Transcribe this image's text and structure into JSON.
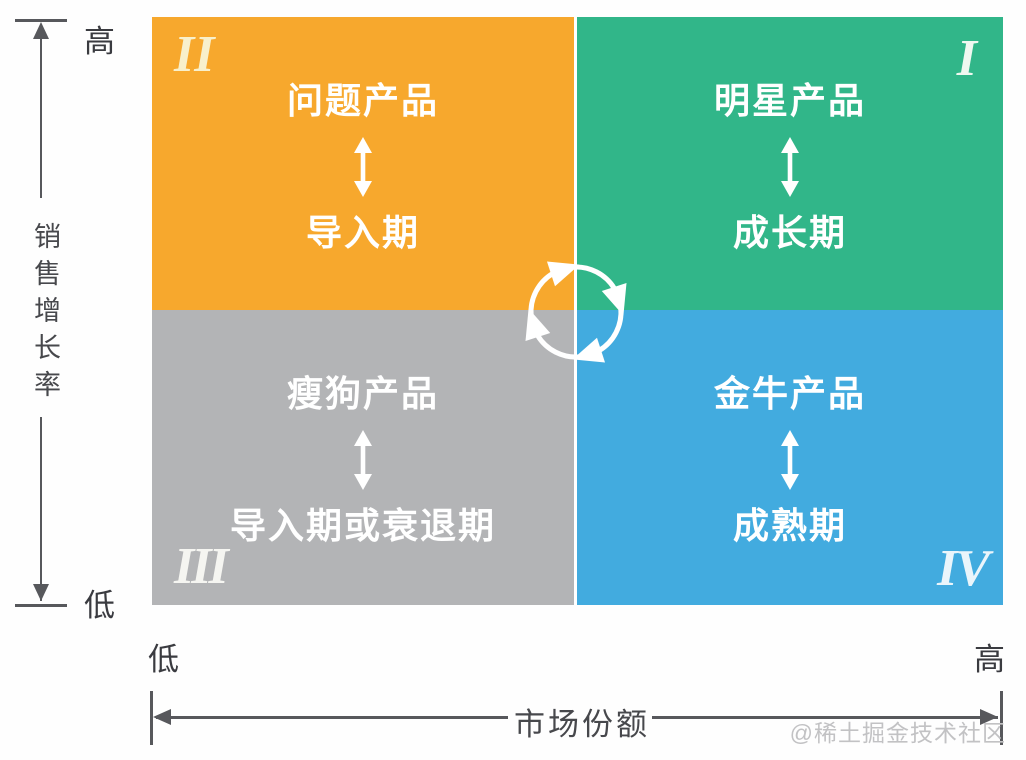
{
  "matrix": {
    "quadrants": [
      {
        "numeral": "II",
        "product": "问题产品",
        "stage": "导入期",
        "color": "#F7A82D",
        "numeral_color": "#F8F0CC",
        "position": "top-left"
      },
      {
        "numeral": "I",
        "product": "明星产品",
        "stage": "成长期",
        "color": "#31B689",
        "numeral_color": "#EFF8F0",
        "position": "top-right"
      },
      {
        "numeral": "III",
        "product": "瘦狗产品",
        "stage": "导入期或衰退期",
        "color": "#B3B4B6",
        "numeral_color": "#F5F5F1",
        "position": "bottom-left"
      },
      {
        "numeral": "IV",
        "product": "金牛产品",
        "stage": "成熟期",
        "color": "#42ABDF",
        "numeral_color": "#EAF5FB",
        "position": "bottom-right"
      }
    ],
    "divider_color": "#FFFFFF",
    "center_icon": "rotation-cycle-icon",
    "quadrant_link_icon": "up-down-arrow-icon"
  },
  "y_axis": {
    "label": "销售增长率",
    "top_label": "高",
    "bottom_label": "低",
    "line_color": "#57585C"
  },
  "x_axis": {
    "label": "市场份额",
    "left_label": "低",
    "right_label": "高",
    "line_color": "#57585C"
  },
  "watermark": {
    "text": "@稀土掘金技术社区",
    "color": "#C2C2C4"
  }
}
